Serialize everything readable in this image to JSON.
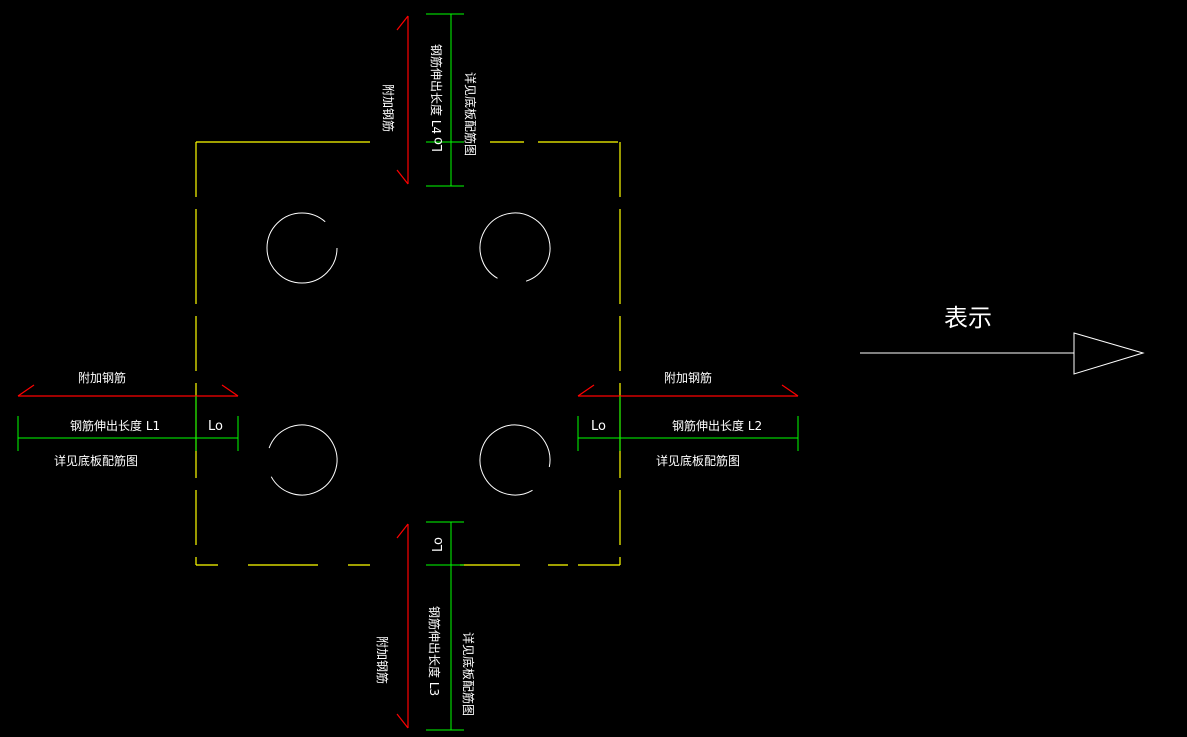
{
  "colors": {
    "background": "#000000",
    "outline": "#ffff00",
    "pile": "#ffffff",
    "added_rebar": "#ff0000",
    "dimension": "#00ff00",
    "legend_arrow": "#ffffff"
  },
  "labels": {
    "added_rebar": "附加钢筋",
    "see_bottom_plan": "详见底板配筋图",
    "anchor": "Lo",
    "left_extension": "钢筋伸出长度 L1",
    "right_extension": "钢筋伸出长度 L2",
    "bottom_extension": "钢筋伸出长度 L3",
    "top_extension": "钢筋伸出长度 L4",
    "legend": "表示"
  }
}
